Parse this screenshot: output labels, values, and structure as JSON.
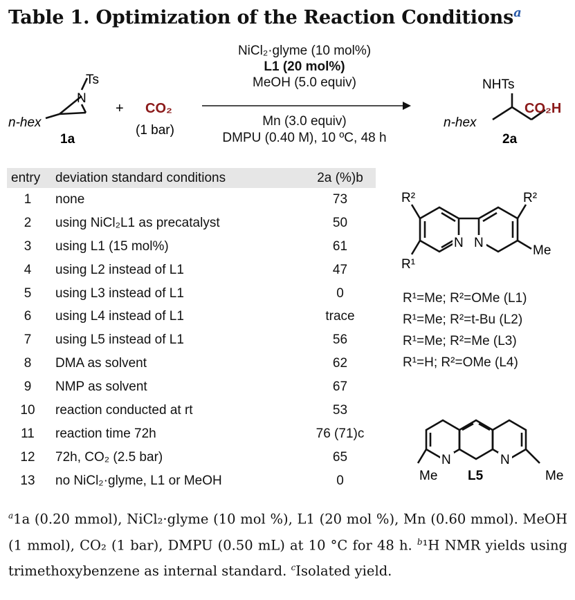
{
  "title": {
    "text": "Table 1. Optimization of the Reaction Conditions",
    "marker": "a"
  },
  "scheme": {
    "ts": "Ts",
    "n": "N",
    "nhex": "n-hex",
    "nhex2": "n-hex",
    "label_1a": "1a",
    "plus": "+",
    "co2": "CO₂",
    "co2_pressure": "(1 bar)",
    "cond1": "NiCl₂·glyme (10 mol%)",
    "cond2": "L1 (20 mol%)",
    "cond3": "MeOH (5.0 equiv)",
    "cond4": "Mn (3.0 equiv)",
    "cond5": "DMPU (0.40 M), 10 ºC, 48 h",
    "nhts": "NHTs",
    "co2h": "CO₂H",
    "label_2a": "2a"
  },
  "table": {
    "headers": [
      "entry",
      "deviation standard conditions",
      "2a (%)b"
    ],
    "rows": [
      [
        "1",
        "none",
        "73"
      ],
      [
        "2",
        "using NiCl₂L1 as precatalyst",
        "50"
      ],
      [
        "3",
        "using L1 (15 mol%)",
        "61"
      ],
      [
        "4",
        "using L2 instead of L1",
        "47"
      ],
      [
        "5",
        "using L3 instead of L1",
        "0"
      ],
      [
        "6",
        "using L4 instead of L1",
        "trace"
      ],
      [
        "7",
        "using L5 instead of L1",
        "56"
      ],
      [
        "8",
        "DMA as solvent",
        "62"
      ],
      [
        "9",
        "NMP as solvent",
        "67"
      ],
      [
        "10",
        "reaction conducted at rt",
        "53"
      ],
      [
        "11",
        "reaction time 72h",
        "76 (71)c"
      ],
      [
        "12",
        "72h, CO₂ (2.5 bar)",
        "65"
      ],
      [
        "13",
        "no NiCl₂·glyme, L1 or MeOH",
        "0"
      ]
    ]
  },
  "ligands": {
    "r2_left": "R²",
    "r2_right": "R²",
    "r1": "R¹",
    "n_left": "N",
    "n_right": "N",
    "me": "Me",
    "l1": "R¹=Me; R²=OMe (L1)",
    "l2": "R¹=Me; R²=t-Bu (L2)",
    "l3": "R¹=Me; R²=Me (L3)",
    "l4": "R¹=H; R²=OMe (L4)",
    "l5_n1": "N",
    "l5_n2": "N",
    "l5_me1": "Me",
    "l5_me2": "Me",
    "l5_label": "L5"
  },
  "footnote": {
    "a": "a",
    "a_text": "1a (0.20 mmol), NiCl₂·glyme (10 mol %), L1 (20 mol %), Mn (0.60 mmol). MeOH (1 mmol), CO₂ (1 bar), DMPU (0.50 mL) at 10 °C for 48 h.",
    "b": "b",
    "b_text": "¹H NMR yields using trimethoxybenzene as internal standard.",
    "c": "c",
    "c_text": "Isolated yield."
  }
}
